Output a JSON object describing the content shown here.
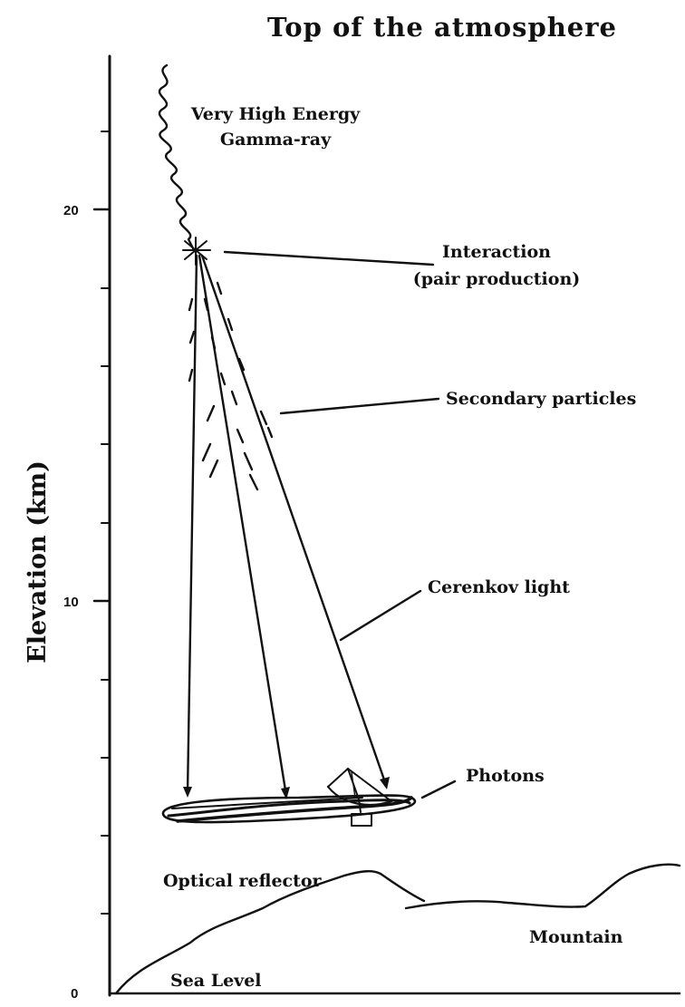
{
  "title": "Top of the atmosphere",
  "axis": {
    "label": "Elevation (km)",
    "ticks": [
      {
        "value": 20,
        "label": "20"
      },
      {
        "value": 10,
        "label": "10"
      },
      {
        "value": 0,
        "label": "0"
      }
    ]
  },
  "labels": {
    "gamma_line1": "Very High Energy",
    "gamma_line2": "Gamma-ray",
    "interaction_line1": "Interaction",
    "interaction_line2": "(pair production)",
    "secondary": "Secondary particles",
    "cerenkov": "Cerenkov light",
    "photons": "Photons",
    "reflector": "Optical reflector",
    "mountain": "Mountain",
    "sea_level": "Sea Level"
  }
}
